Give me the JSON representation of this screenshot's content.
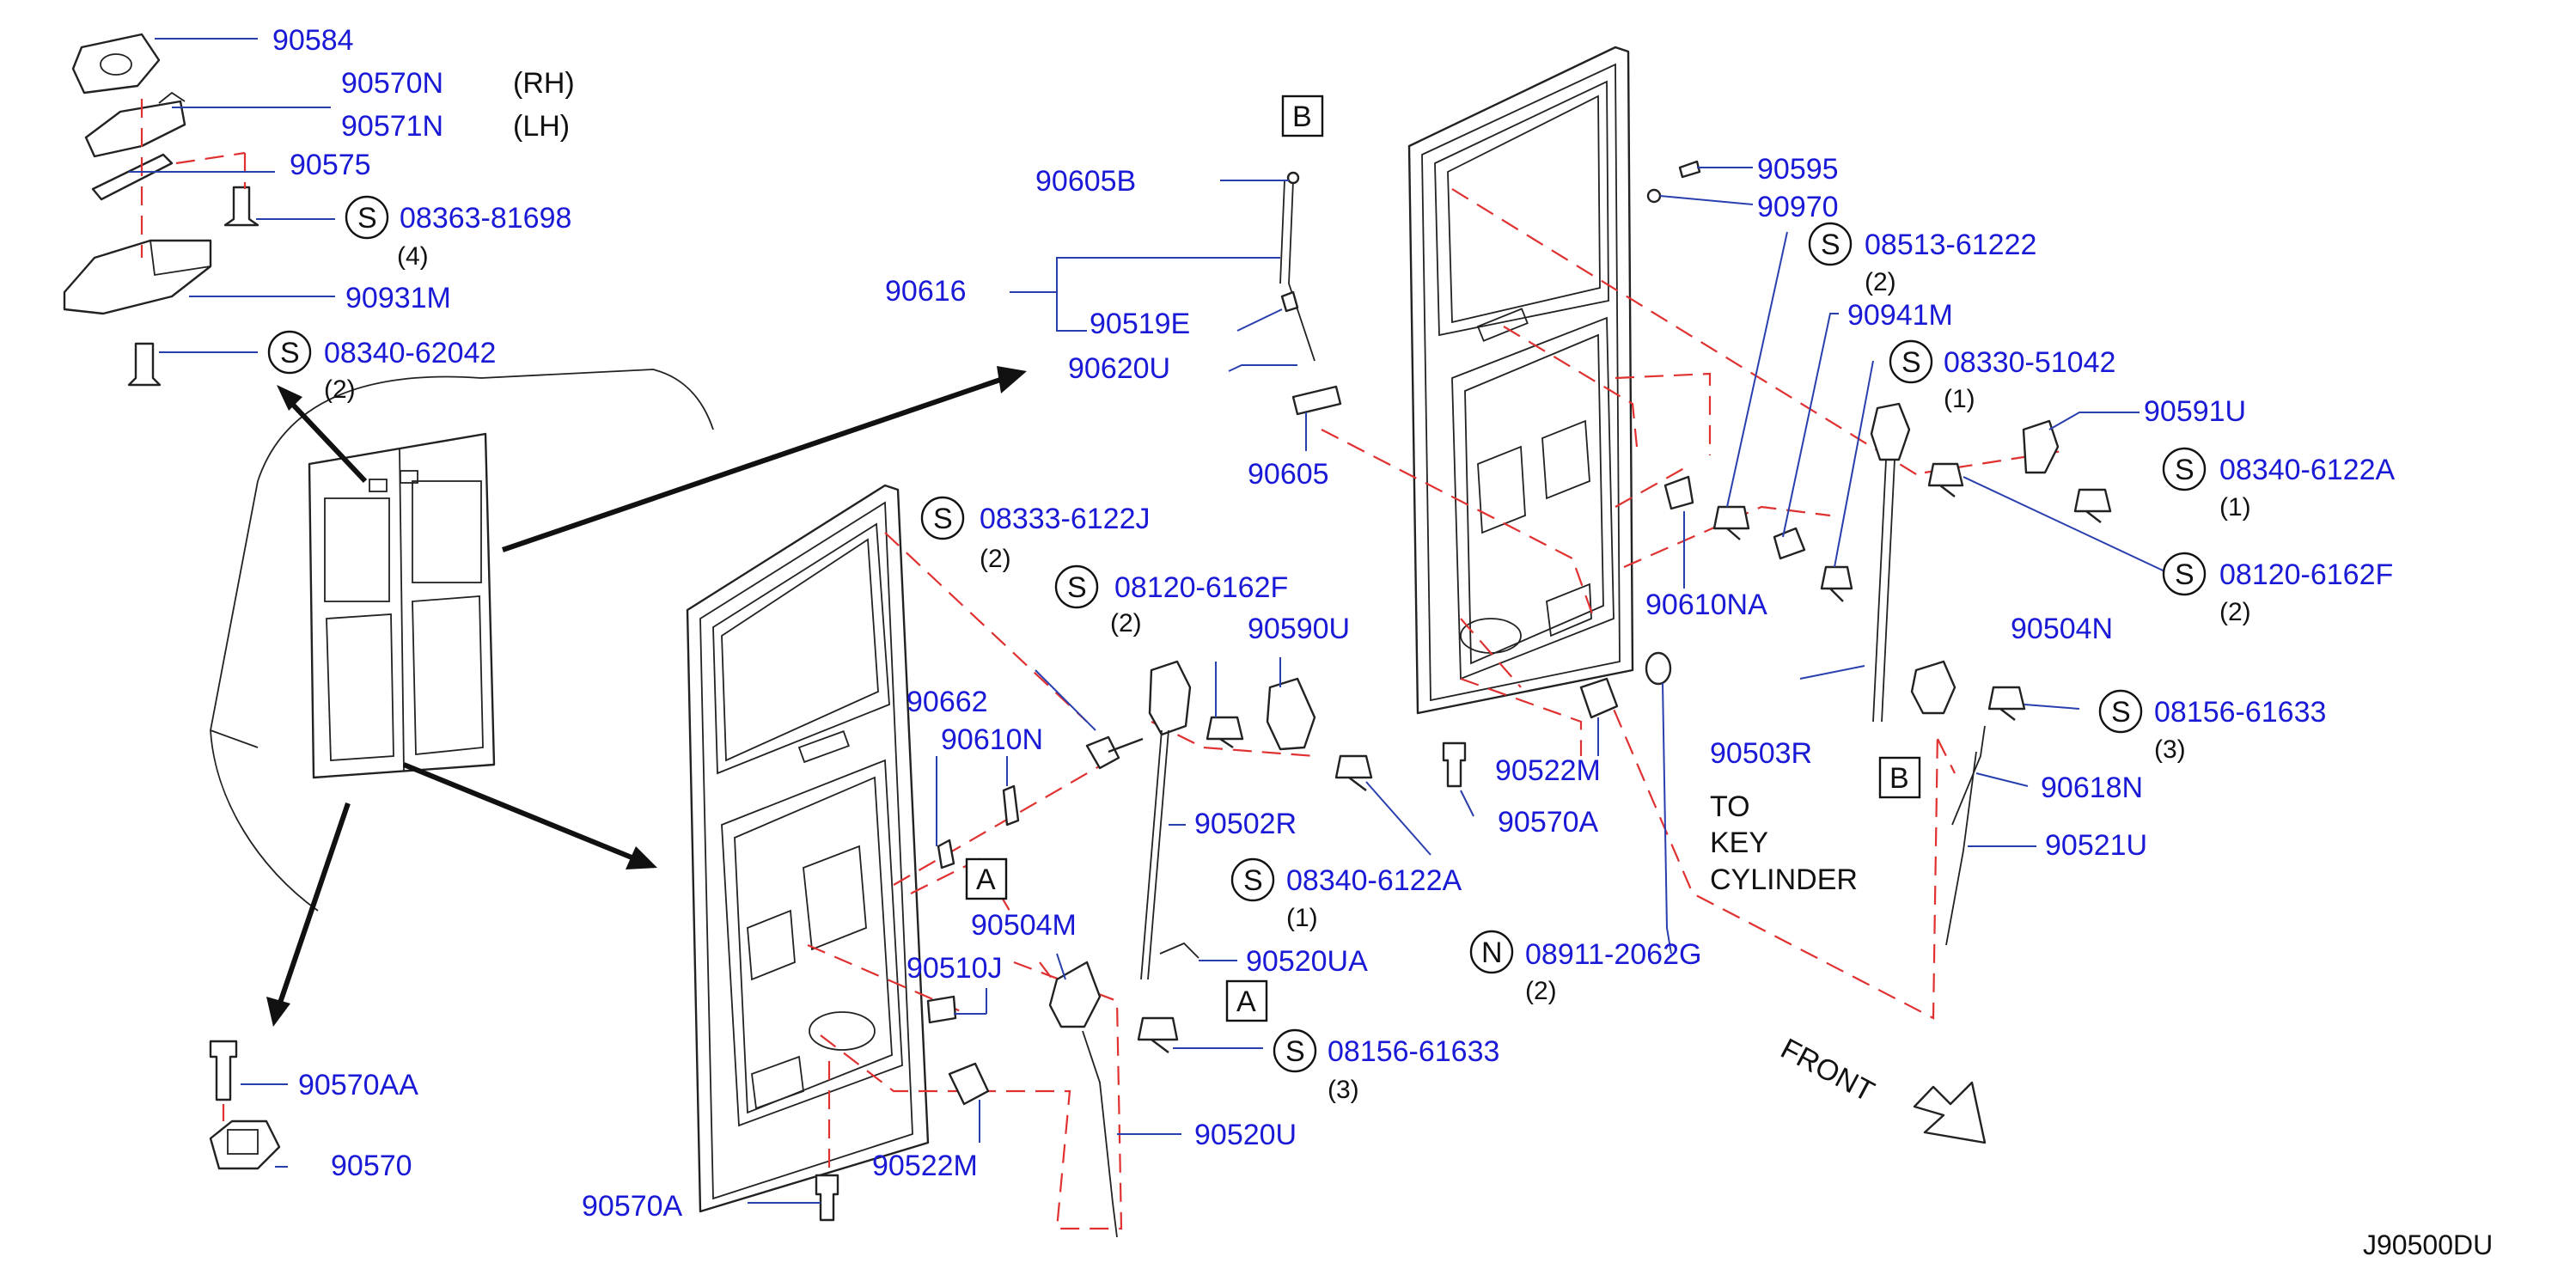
{
  "colors": {
    "part_number": "#1a1ad6",
    "leader": "#2a3fae",
    "hidden_line": "#e03030",
    "outline": "#222222"
  },
  "labels": {
    "p90584": "90584",
    "p90570N": "90570N",
    "rh": "(RH)",
    "p90571N": "90571N",
    "lh": "(LH)",
    "p90575": "90575",
    "p08363": "08363-81698",
    "q4": "(4)",
    "p90931M": "90931M",
    "p08340_62042": "08340-62042",
    "q2a": "(2)",
    "p90570AA": "90570AA",
    "p90570": "90570",
    "p08333": "08333-6122J",
    "q2b": "(2)",
    "p08120a": "08120-6162F",
    "q2c": "(2)",
    "p90590U": "90590U",
    "p90662": "90662",
    "p90610N": "90610N",
    "p90502R": "90502R",
    "p08340_6122A_a": "08340-6122A",
    "q1a": "(1)",
    "p90504M": "90504M",
    "p90510J": "90510J",
    "p90520UA": "90520UA",
    "p08156a": "08156-61633",
    "q3a": "(3)",
    "p90522M_a": "90522M",
    "p90520U": "90520U",
    "p90570A_a": "90570A",
    "p90605B": "90605B",
    "p90616": "90616",
    "p90519E": "90519E",
    "p90620U": "90620U",
    "p90605": "90605",
    "p90595": "90595",
    "p90970": "90970",
    "p08513": "08513-61222",
    "q2d": "(2)",
    "p90941M": "90941M",
    "p08330": "08330-51042",
    "q1b": "(1)",
    "p90591U": "90591U",
    "p08340_6122A_b": "08340-6122A",
    "q1c": "(1)",
    "p08120b": "08120-6162F",
    "q2e": "(2)",
    "p90504N": "90504N",
    "p90610NA": "90610NA",
    "p90503R": "90503R",
    "p08156b": "08156-61633",
    "q3b": "(3)",
    "p90618N": "90618N",
    "p90521U": "90521U",
    "p90522M_b": "90522M",
    "p90570A_b": "90570A",
    "to": "TO",
    "key": "KEY",
    "cylinder": "CYLINDER",
    "p08911": "08911-2062G",
    "q2f": "(2)",
    "front": "FRONT",
    "box_a": "A",
    "box_b": "B",
    "sym_s": "S",
    "sym_n": "N",
    "diagram_code": "J90500DU"
  }
}
